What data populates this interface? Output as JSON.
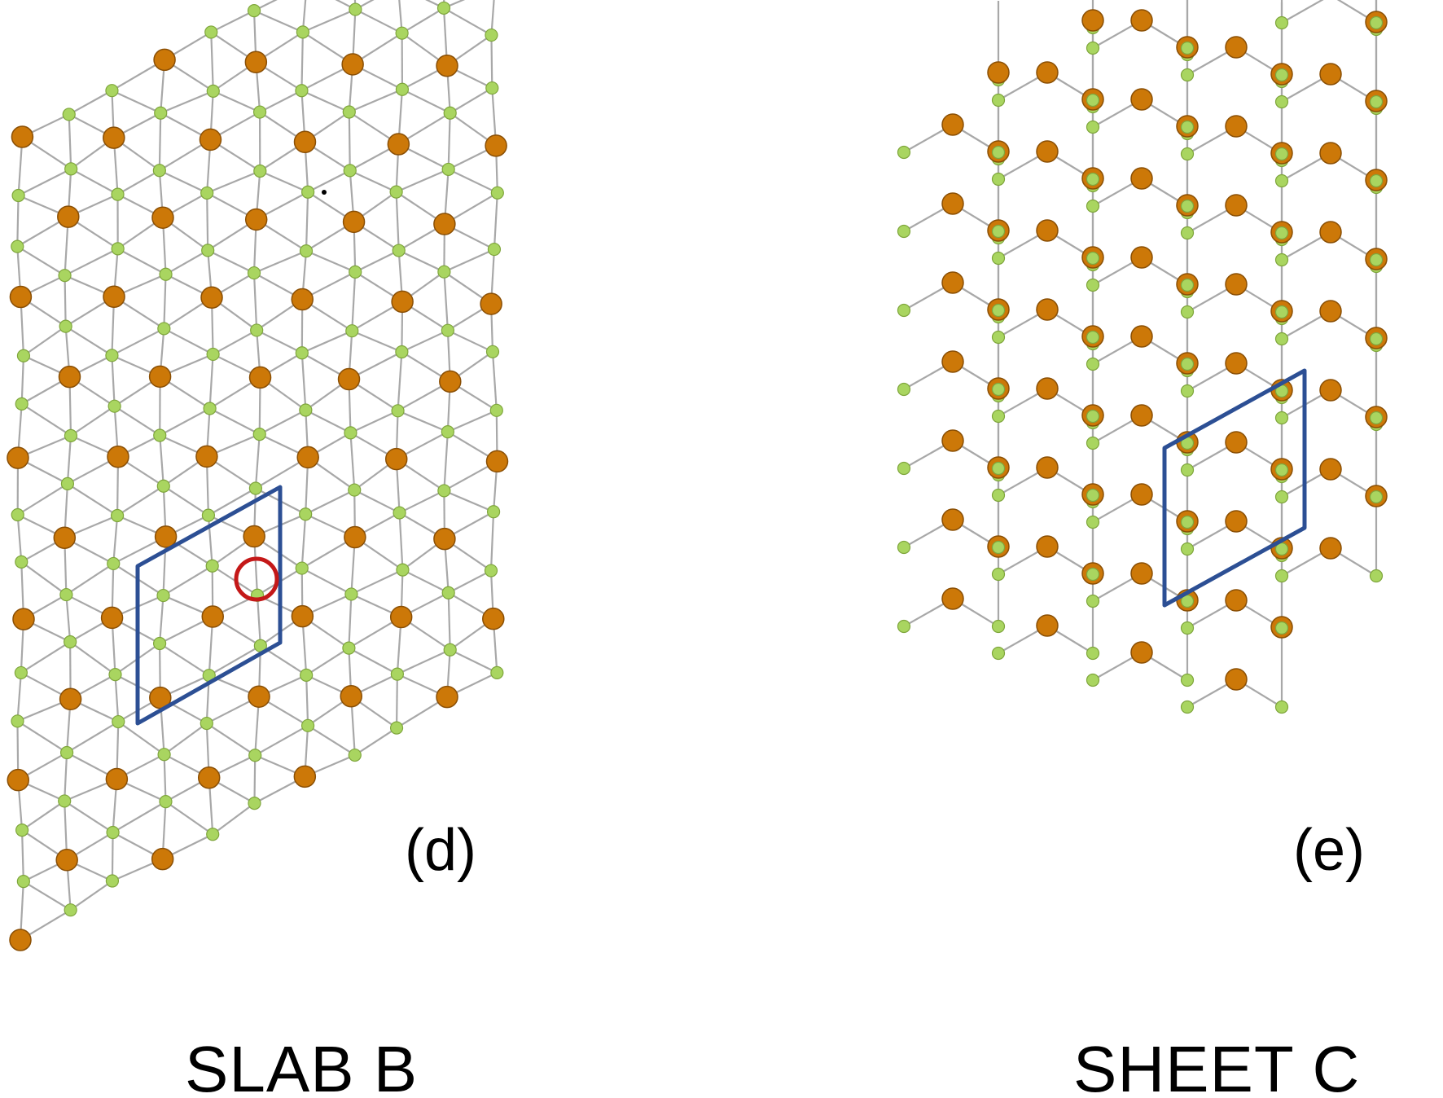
{
  "panels": {
    "left": {
      "tag": "(d)",
      "title": "SLAB B"
    },
    "right": {
      "tag": "(e)",
      "title": "SHEET C"
    }
  },
  "colors": {
    "background": "#ffffff",
    "bond": "#a8a8a8",
    "light_atom": "#a9d560",
    "light_atom_edge": "#7fa63c",
    "heavy_atom": "#cc7808",
    "heavy_atom_edge": "#8a4f05",
    "unit_cell": "#2c4f94",
    "highlight_ring": "#c41818"
  },
  "icons": {
    "light_atom": "small-green-sphere",
    "heavy_atom": "orange-sphere",
    "unit_cell": "blue-parallelogram",
    "highlight": "red-circle"
  }
}
